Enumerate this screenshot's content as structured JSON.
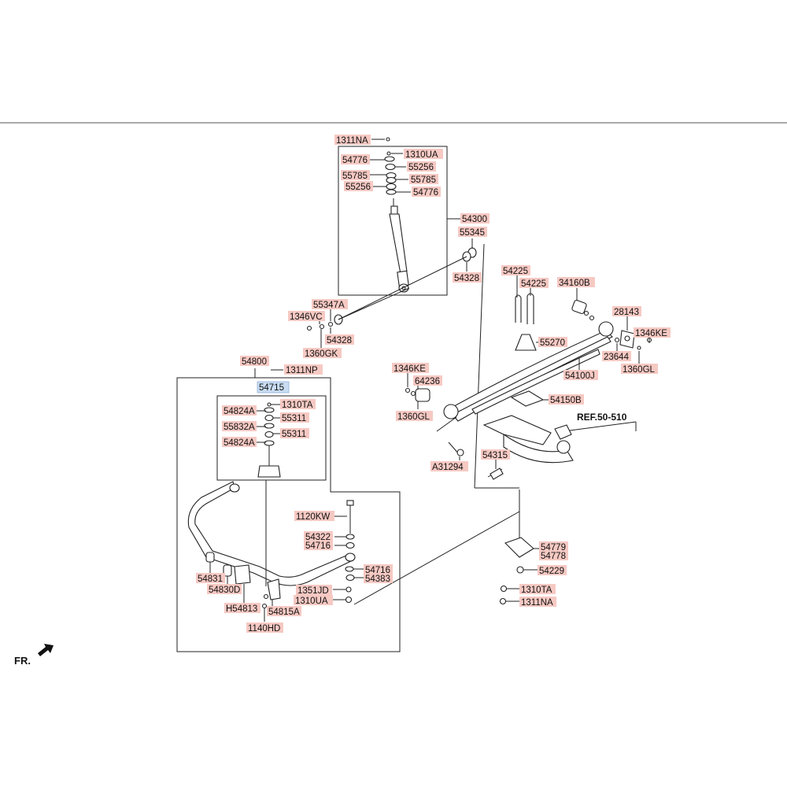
{
  "diagram": {
    "ref_label": "REF.50-510",
    "direction_label": "FR.",
    "selected_part": "54715",
    "callouts": [
      {
        "id": "c1",
        "text": "1311NA"
      },
      {
        "id": "c2",
        "text": "1310UA"
      },
      {
        "id": "c3",
        "text": "54776"
      },
      {
        "id": "c4",
        "text": "55256"
      },
      {
        "id": "c5",
        "text": "55785"
      },
      {
        "id": "c6",
        "text": "55785"
      },
      {
        "id": "c7",
        "text": "55256"
      },
      {
        "id": "c8",
        "text": "54776"
      },
      {
        "id": "c9",
        "text": "54300"
      },
      {
        "id": "c10",
        "text": "55345"
      },
      {
        "id": "c11",
        "text": "54328"
      },
      {
        "id": "c12",
        "text": "55347A"
      },
      {
        "id": "c13",
        "text": "1346VC"
      },
      {
        "id": "c14",
        "text": "54328"
      },
      {
        "id": "c15",
        "text": "1360GK"
      },
      {
        "id": "c16",
        "text": "54225"
      },
      {
        "id": "c17",
        "text": "54225"
      },
      {
        "id": "c18",
        "text": "34160B"
      },
      {
        "id": "c19",
        "text": "28143"
      },
      {
        "id": "c20",
        "text": "1346KE"
      },
      {
        "id": "c21",
        "text": "55270"
      },
      {
        "id": "c22",
        "text": "23644"
      },
      {
        "id": "c23",
        "text": "1360GL"
      },
      {
        "id": "c24",
        "text": "54100J"
      },
      {
        "id": "c25",
        "text": "1346KE"
      },
      {
        "id": "c26",
        "text": "64236"
      },
      {
        "id": "c27",
        "text": "1360GL"
      },
      {
        "id": "c28",
        "text": "54150B"
      },
      {
        "id": "c29",
        "text": "54315"
      },
      {
        "id": "c30",
        "text": "A31294"
      },
      {
        "id": "c31",
        "text": "54800"
      },
      {
        "id": "c32",
        "text": "1311NP"
      },
      {
        "id": "c33",
        "text": "54715"
      },
      {
        "id": "c34",
        "text": "1310TA"
      },
      {
        "id": "c35",
        "text": "54824A"
      },
      {
        "id": "c36",
        "text": "55311"
      },
      {
        "id": "c37",
        "text": "55832A"
      },
      {
        "id": "c38",
        "text": "55311"
      },
      {
        "id": "c39",
        "text": "54824A"
      },
      {
        "id": "c40",
        "text": "1120KW"
      },
      {
        "id": "c41",
        "text": "54322"
      },
      {
        "id": "c42",
        "text": "54716"
      },
      {
        "id": "c43",
        "text": "54716"
      },
      {
        "id": "c44",
        "text": "54383"
      },
      {
        "id": "c45",
        "text": "1351JD"
      },
      {
        "id": "c46",
        "text": "1310UA"
      },
      {
        "id": "c47",
        "text": "54831"
      },
      {
        "id": "c48",
        "text": "54830D"
      },
      {
        "id": "c49",
        "text": "H54813"
      },
      {
        "id": "c50",
        "text": "54815A"
      },
      {
        "id": "c51",
        "text": "1140HD"
      },
      {
        "id": "c52",
        "text": "54779"
      },
      {
        "id": "c53",
        "text": "54778"
      },
      {
        "id": "c54",
        "text": "54229"
      },
      {
        "id": "c55",
        "text": "1310TA"
      },
      {
        "id": "c56",
        "text": "1311NA"
      }
    ]
  }
}
